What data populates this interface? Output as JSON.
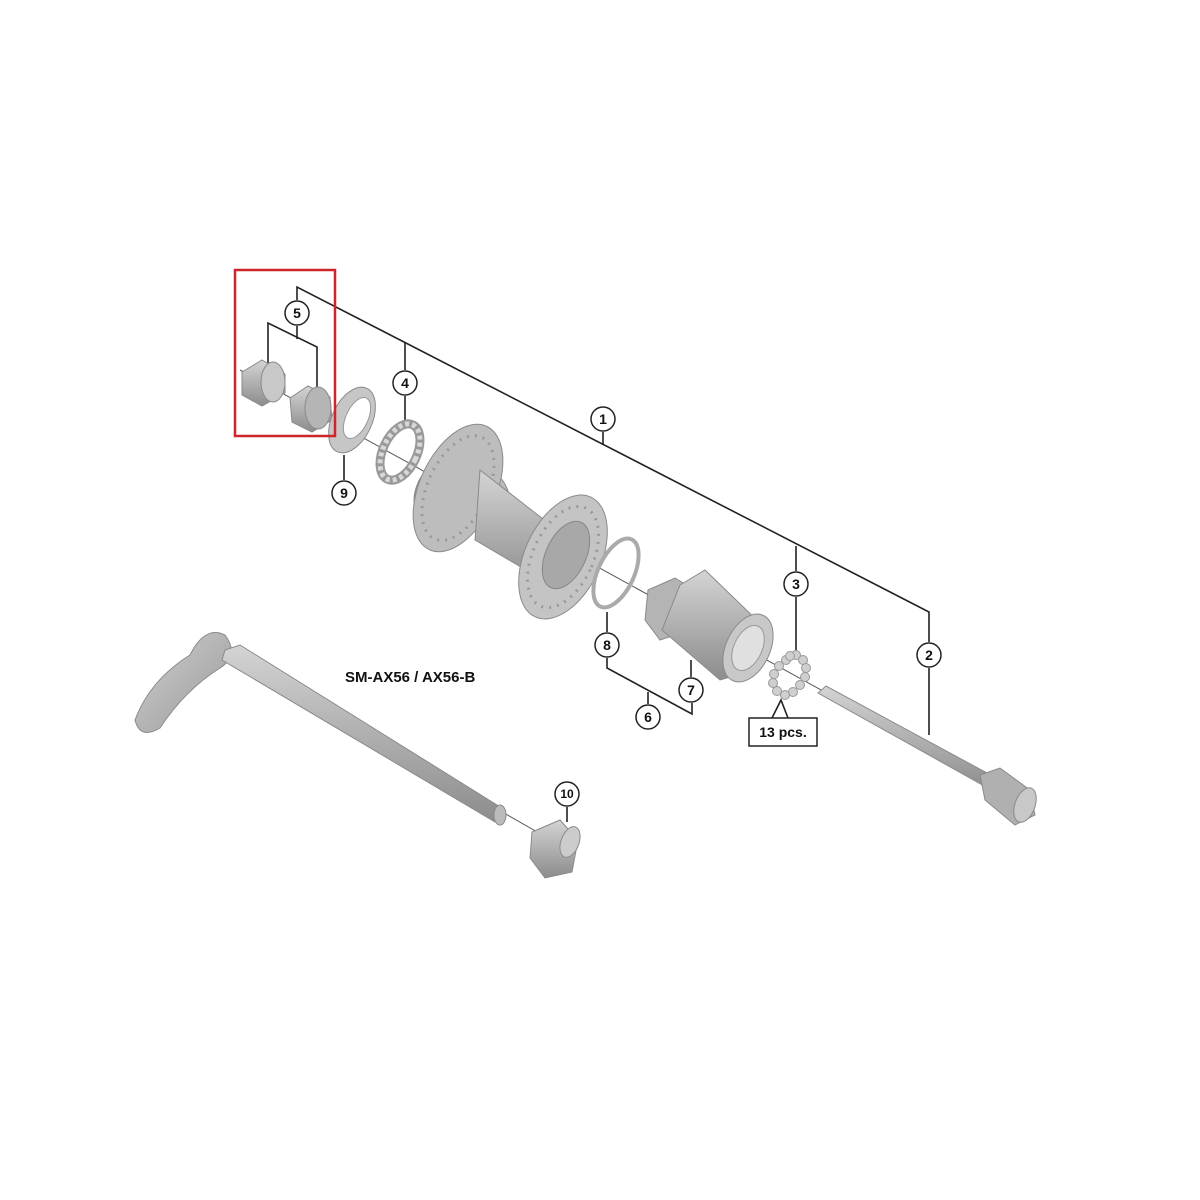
{
  "diagram": {
    "model_title": "SM-AX56 / AX56-B",
    "quantity_note": "13 pcs.",
    "highlight_color": "#d0242b",
    "highlighted_part": "5",
    "callouts": [
      "1",
      "2",
      "3",
      "4",
      "5",
      "6",
      "7",
      "8",
      "9",
      "10"
    ]
  }
}
